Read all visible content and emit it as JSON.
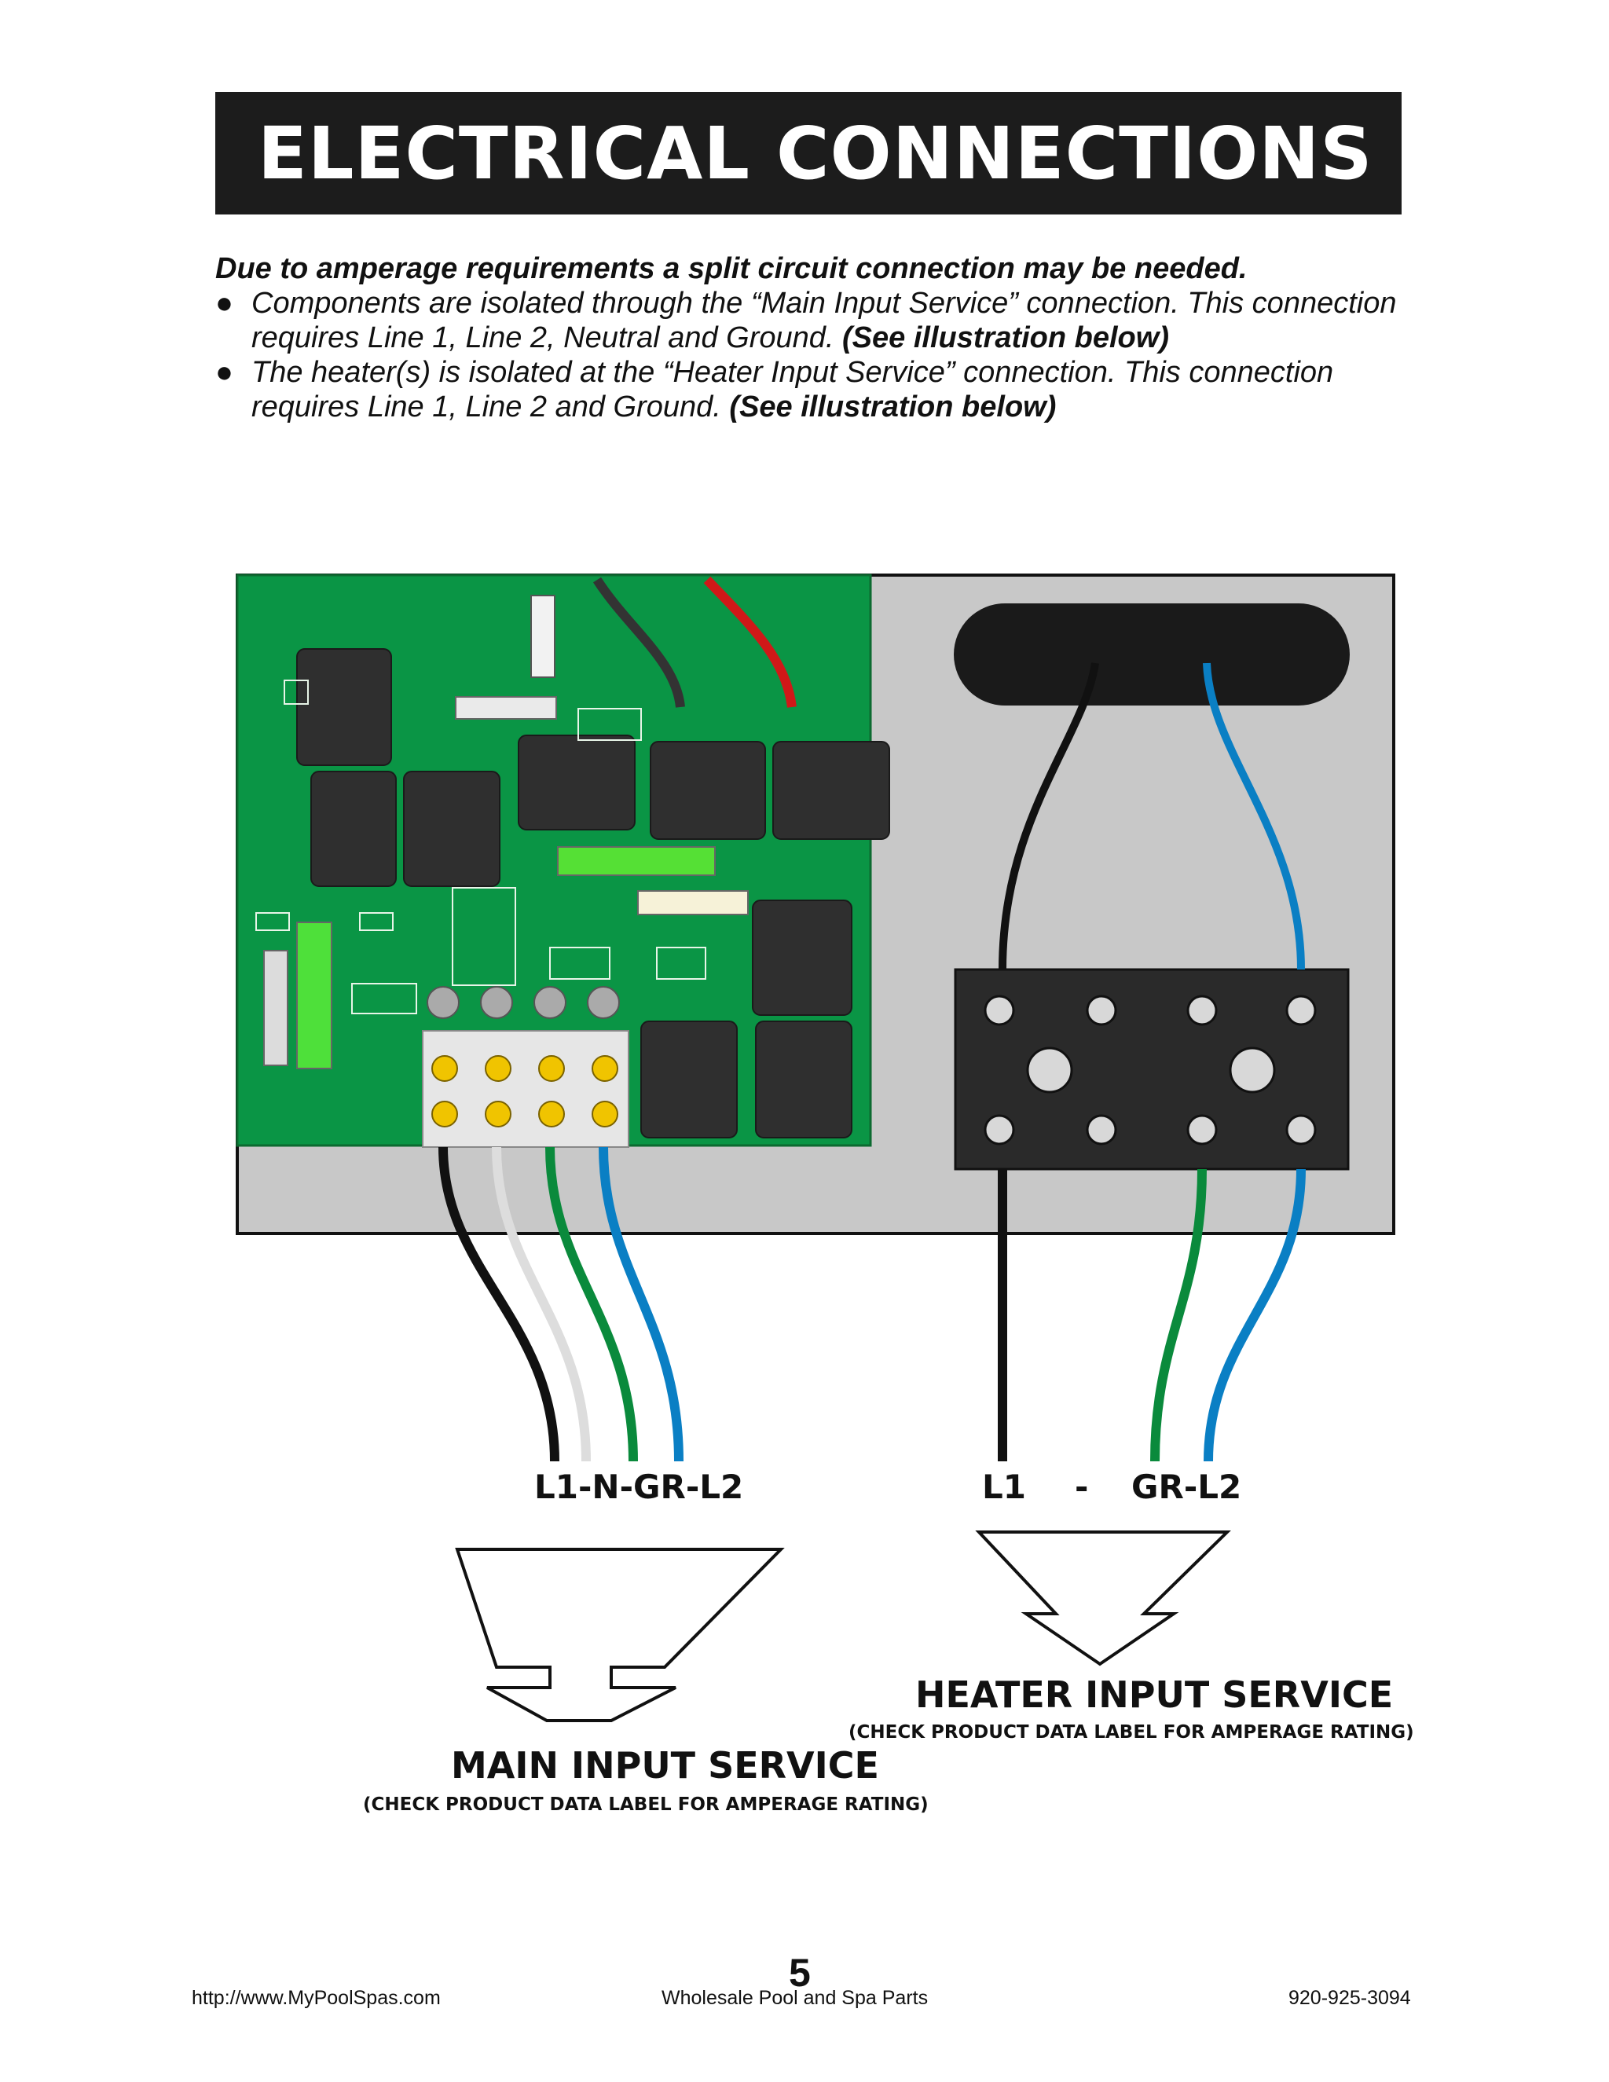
{
  "header": {
    "title_main": "ELECTRICAL CONNECTIONS",
    "title_suffix": "(Split)"
  },
  "intro": {
    "lead": "Due to amperage requirements a split circuit connection may be needed.",
    "bullets": [
      {
        "text": "Components are isolated through the “Main Input Service” connection. This connection requires Line 1, Line 2, Neutral and Ground.",
        "ref": "(See illustration below)"
      },
      {
        "text": "The heater(s) is isolated at the “Heater Input Service” connection. This connection requires Line 1, Line 2 and Ground.",
        "ref": "(See illustration below)"
      }
    ]
  },
  "diagram": {
    "main_wire_label": "L1-N-GR-L2",
    "heater_wire_label_l1": "L1",
    "heater_wire_label_dash": "-",
    "heater_wire_label_rest": "GR-L2",
    "main_service": {
      "title": "MAIN INPUT SERVICE",
      "note": "(CHECK PRODUCT DATA LABEL FOR AMPERAGE RATING)"
    },
    "heater_service": {
      "title": "HEATER INPUT SERVICE",
      "note": "(CHECK PRODUCT DATA LABEL FOR AMPERAGE RATING)"
    },
    "colors": {
      "board": "#0a9545",
      "panel": "#c8c8c8",
      "black_wire": "#111111",
      "white_wire": "#dddddd",
      "green_wire": "#0a8a3c",
      "blue_wire": "#0a7fc4",
      "red_wire": "#d01818"
    }
  },
  "footer": {
    "page": "5",
    "left": "http://www.MyPoolSpas.com",
    "center": "Wholesale Pool and Spa Parts",
    "right": "920-925-3094"
  }
}
